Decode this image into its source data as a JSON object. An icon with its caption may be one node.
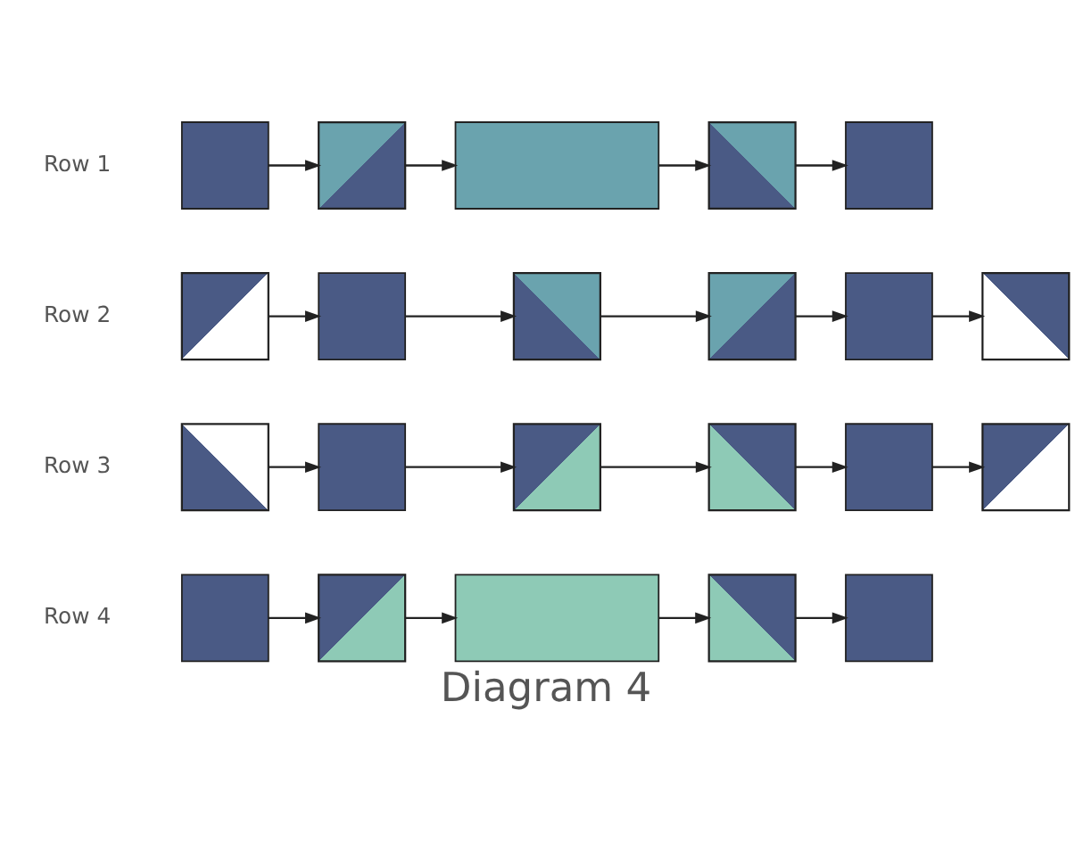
{
  "diagram": {
    "caption": "Diagram 4",
    "nodes": [
      {
        "text": [],
        "shape": "box"
      },
      {
        "text": [],
        "shape": "picture"
      },
      {
        "text": [],
        "shape": "box"
      },
      {
        "text": [],
        "shape": "picture"
      },
      {
        "text": [],
        "shape": "box"
      },
      {
        "text": [],
        "shape": "picture"
      },
      {
        "text": [],
        "shape": "box"
      },
      {
        "text": [],
        "shape": "picture"
      },
      {
        "text": [],
        "shape": "picture"
      },
      {
        "text": [],
        "shape": "box"
      },
      {
        "text": [],
        "shape": "picture"
      },
      {
        "text": [],
        "shape": "picture"
      },
      {
        "text": [],
        "shape": "box"
      },
      {
        "text": [],
        "shape": "picture"
      },
      {
        "text": [],
        "shape": "picture"
      },
      {
        "text": [],
        "shape": "box"
      },
      {
        "text": [],
        "shape": "picture"
      },
      {
        "text": [],
        "shape": "box"
      },
      {
        "text": [],
        "shape": "picture"
      },
      {
        "text": [],
        "shape": "box"
      },
      {
        "text": [],
        "shape": "picture"
      },
      {
        "text": [],
        "shape": "box"
      }
    ],
    "edges": [
      {
        "from": 0,
        "to": 1,
        "arrow": "to"
      },
      {
        "from": 1,
        "to": 2,
        "arrow": "to"
      },
      {
        "from": 2,
        "to": 3,
        "arrow": "to"
      },
      {
        "from": 3,
        "to": 4,
        "arrow": "to"
      },
      {
        "from": 5,
        "to": 6,
        "arrow": "to"
      },
      {
        "from": 6,
        "to": 7,
        "arrow": "to"
      },
      {
        "from": 7,
        "to": 8,
        "arrow": "to"
      },
      {
        "from": 8,
        "to": 9,
        "arrow": "to"
      },
      {
        "from": 9,
        "to": 10,
        "arrow": "to"
      },
      {
        "from": 11,
        "to": 12,
        "arrow": "to"
      },
      {
        "from": 12,
        "to": 13,
        "arrow": "to"
      },
      {
        "from": 13,
        "to": 14,
        "arrow": "to"
      },
      {
        "from": 14,
        "to": 15,
        "arrow": "to"
      },
      {
        "from": 15,
        "to": 16,
        "arrow": "to"
      },
      {
        "from": 17,
        "to": 18,
        "arrow": "to"
      },
      {
        "from": 18,
        "to": 19,
        "arrow": "to"
      },
      {
        "from": 19,
        "to": 20,
        "arrow": "to"
      },
      {
        "from": 20,
        "to": 21,
        "arrow": "to"
      }
    ],
    "labels": [
      "Row 1",
      "Row 2",
      "Row 3",
      "Row 4"
    ]
  }
}
